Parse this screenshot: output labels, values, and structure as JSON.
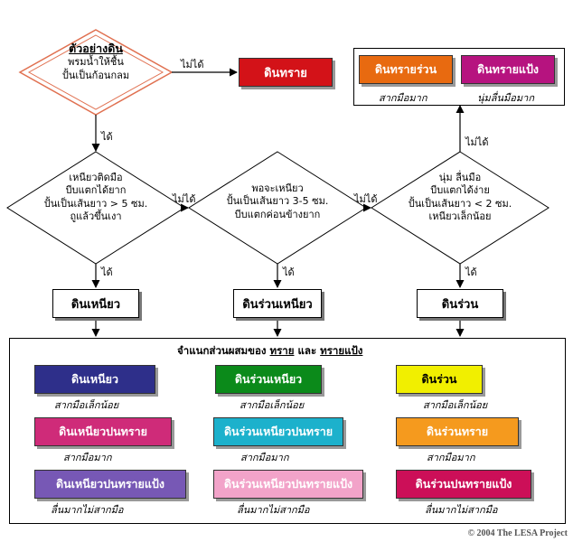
{
  "colors": {
    "decision_start_border": "#e07050",
    "sand": "#d31218",
    "sandy_loam": "#e86a10",
    "loamy_sand": "#b6137f",
    "clay": "#2e2f8a",
    "sandy_clay": "#cf2b79",
    "silty_sandy_clay": "#7758b5",
    "clay_loam": "#0b8a1a",
    "sandy_clay_loam": "#1cb1cc",
    "silty_sandy_clay_loam": "#f2a3c9",
    "loam": "#f1ef00",
    "sandy_loam_class": "#f59a1e",
    "silty_sandy_loam": "#cc0f58"
  },
  "decisions": {
    "start": {
      "title": "ตัวอย่างดิน",
      "line1": "พรมน้ำให้ชื้น",
      "line2": "ปั้นเป็นก้อนกลม"
    },
    "d1": {
      "line1": "เหนียวติดมือ",
      "line2": "บีบแตกได้ยาก",
      "line3": "ปั้นเป็นเส้นยาว > 5 ซม.",
      "line4": "ถูแล้วขึ้นเงา"
    },
    "d2": {
      "line1": "พอจะเหนียว",
      "line2": "ปั้นเป็นเส้นยาว 3-5 ซม.",
      "line3": "บีบแตกค่อนข้างยาก"
    },
    "d3": {
      "line1": "นุ่ม ลื่นมือ",
      "line2": "บีบแตกได้ง่าย",
      "line3": "ปั้นเป็นเส้นยาว < 2 ซม.",
      "line4": "เหนียวเล็กน้อย"
    }
  },
  "labels": {
    "no": "ไม่ได้",
    "yes": "ได้"
  },
  "results": {
    "sand": "ดินทราย",
    "clay": "ดินเหนียว",
    "clay_loam": "ดินร่วนเหนียว",
    "loam": "ดินร่วน"
  },
  "top_right": {
    "sandy_loam": "ดินทรายร่วน",
    "sandy_loam_note": "สากมือมาก",
    "loamy_sand": "ดินทรายแป้ง",
    "loamy_sand_note": "นุ่มลื่นมือมาก"
  },
  "panel": {
    "title_prefix": "จำแนกส่วนผสมของ",
    "title_sand": "ทราย",
    "title_and": "และ",
    "title_silt": "ทรายแป้ง",
    "items": [
      {
        "label": "ดินเหนียว",
        "note": "สากมือเล็กน้อย"
      },
      {
        "label": "ดินเหนียวปนทราย",
        "note": "สากมือมาก"
      },
      {
        "label": "ดินเหนียวปนทรายแป้ง",
        "note": "ลื่นมากไม่สากมือ"
      },
      {
        "label": "ดินร่วนเหนียว",
        "note": "สากมือเล็กน้อย"
      },
      {
        "label": "ดินร่วนเหนียวปนทราย",
        "note": "สากมือมาก"
      },
      {
        "label": "ดินร่วนเหนียวปนทรายแป้ง",
        "note": "ลื่นมากไม่สากมือ"
      },
      {
        "label": "ดินร่วน",
        "note": "สากมือเล็กน้อย"
      },
      {
        "label": "ดินร่วนทราย",
        "note": "สากมือมาก"
      },
      {
        "label": "ดินร่วนปนทรายแป้ง",
        "note": "ลื่นมากไม่สากมือ"
      }
    ]
  },
  "copyright": "© 2004  The LESA Project"
}
